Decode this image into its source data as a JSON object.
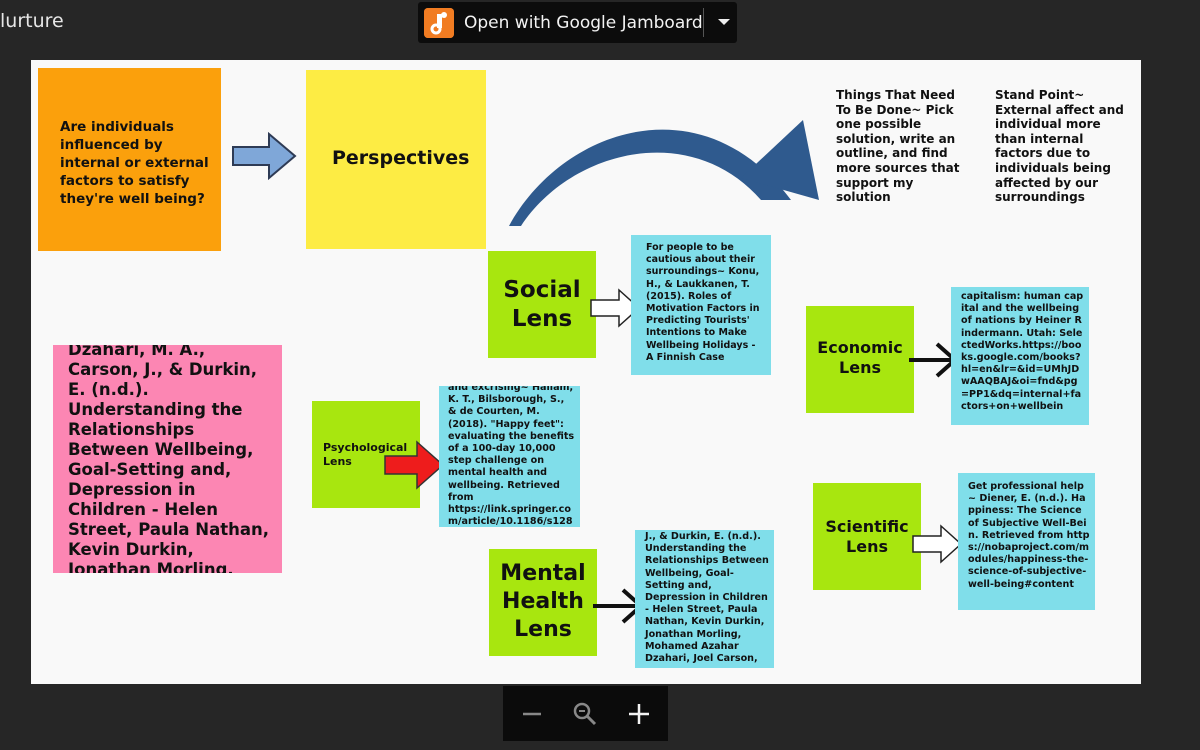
{
  "app": {
    "title": "lurture",
    "open_button_label": "Open with Google Jamboard",
    "icons": {
      "logo": "jamboard-logo-icon",
      "dropdown": "chevron-down-icon"
    }
  },
  "notes": {
    "question": "Are individuals influenced by internal or external factors to satisfy they're well being?",
    "perspectives": "Perspectives",
    "social_lens": "Social Lens",
    "social_source": "For people to be cautious about their surroundings~ Konu, H., & Laukkanen, T. (2015). Roles of Motivation Factors in Predicting Tourists' Intentions to Make Wellbeing Holidays - A Finnish Case",
    "economic_lens": "Economic Lens",
    "economic_source": "capitalism: human capital and the wellbeing of nations by Heiner Rindermann. Utah: SelectedWorks.https://books.google.com/books?hl=en&lr=&id=UMhJDwAAQBAJ&oi=fnd&pg=PP1&dq=internal+factors+on+wellbein",
    "scientific_lens": "Scientific Lens",
    "scientific_source": "Get professional help~ Diener, E. (n.d.). Happiness: The Science of Subjective Well-Bein. Retrieved from https://nobaproject.com/modules/happiness-the-science-of-subjective-well-being#content",
    "psychological_lens": "Psychological Lens",
    "psychological_source": "and excrising~ Hallam, K. T., Bilsborough, S., & de Courten, M. (2018). \"Happy feet\": evaluating the benefits of a 100-day 10,000 step challenge on mental health and wellbeing. Retrieved from https://link.springer.com/article/10.1186/s128",
    "mental_health_lens": "Mental Health Lens",
    "mental_health_source": "J., & Durkin, E. (n.d.). Understanding the Relationships Between Wellbeing, Goal-Setting and, Depression in Children - Helen Street, Paula Nathan, Kevin Durkin, Jonathan Morling, Mohamed Azahar Dzahari, Joel Carson,",
    "pink_citation": "Dzahari, M. A., Carson, J., & Durkin, E. (n.d.). Understanding the Relationships Between Wellbeing, Goal-Setting and, Depression in Children - Helen Street, Paula Nathan, Kevin Durkin, Jonathan Morling, Mohamed Azahar",
    "todo": "Things That Need To Be Done~ Pick one possible solution, write an outline, and find more sources that support my solution",
    "standpoint": "Stand Point~ External affect and individual more than internal factors due to individuals being affected by our surroundings"
  },
  "colors": {
    "orange": "#fba00c",
    "yellow": "#fdec44",
    "green": "#a8e60f",
    "blue": "#80deea",
    "pink": "#fc86b3",
    "curved_arrow": "#2f5a8e",
    "right_arrow_fill": "#7fa7d8",
    "red_arrow": "#ee1c1c"
  },
  "zoom": {
    "icons": {
      "zoom_out": "minus-icon",
      "reset": "zoom-magnifier-icon",
      "zoom_in": "plus-icon"
    }
  }
}
